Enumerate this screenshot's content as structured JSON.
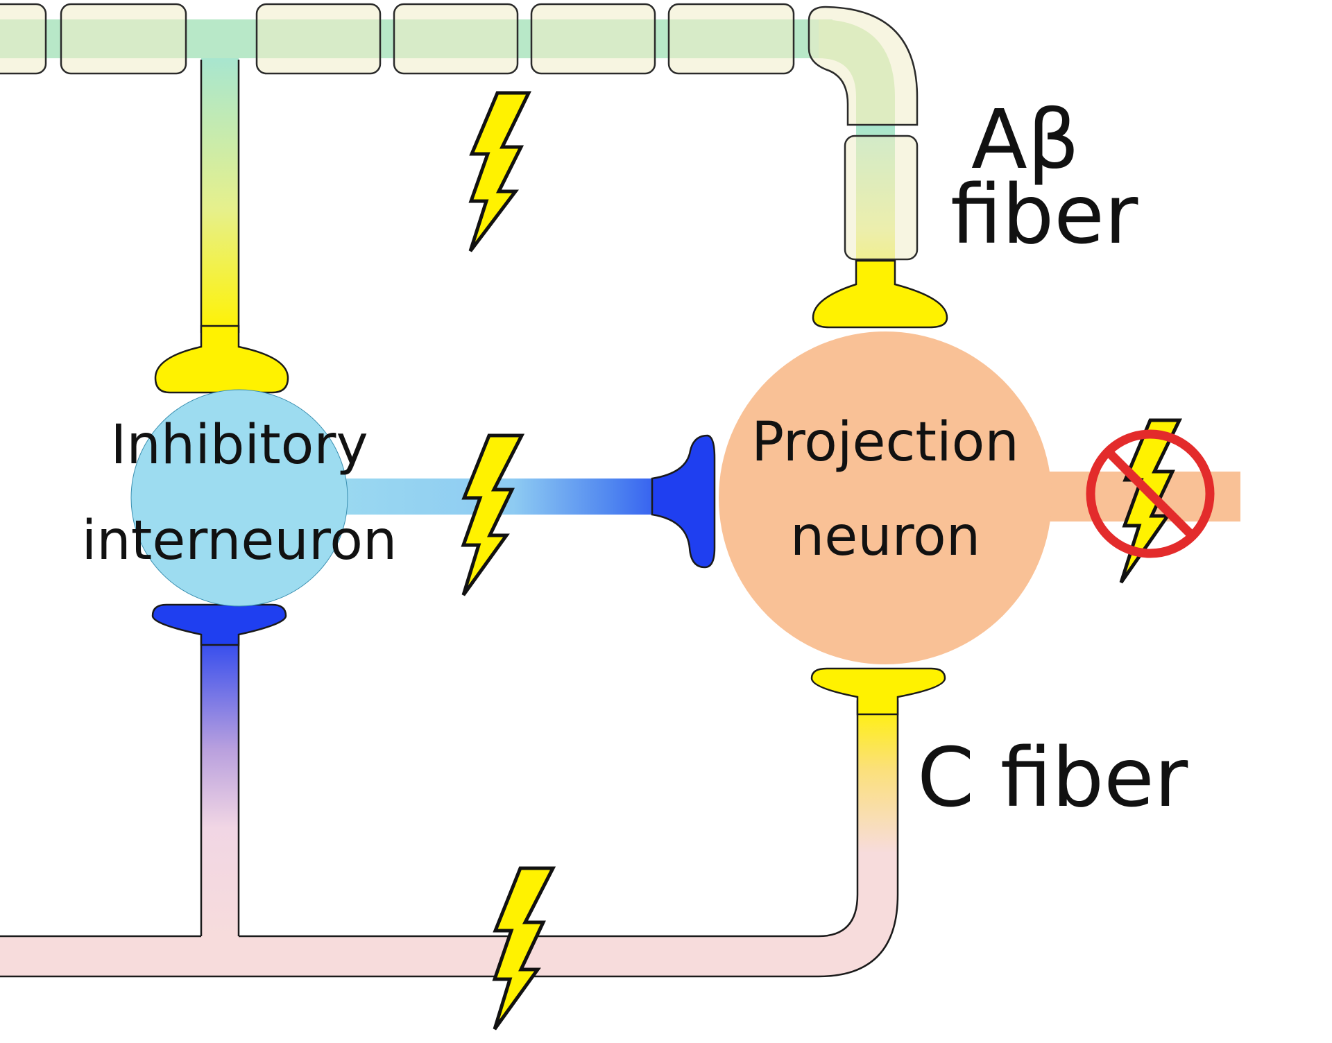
{
  "labels": {
    "inhibitory_line1": "Inhibitory",
    "inhibitory_line2": "interneuron",
    "projection_line1": "Projection",
    "projection_line2": "neuron",
    "abeta_line1": "Aβ",
    "abeta_line2": "fiber",
    "c_fiber": "C fiber"
  },
  "colors": {
    "interneuron_body": "#9ddcf0",
    "projection_body": "#f9c196",
    "excitatory_terminal": "#fff200",
    "inhibitory_terminal": "#1f3ff0",
    "abeta_axon_top": "#a8e6cf",
    "c_fiber_axon": "#f7dcdc",
    "prohibited_sign": "#e32b2b",
    "bolt": "#fff200"
  },
  "icons": {
    "action_potential": "lightning-bolt-icon",
    "blocked_signal": "prohibited-sign-icon"
  },
  "annotations": {
    "output_signal_blocked": true
  }
}
